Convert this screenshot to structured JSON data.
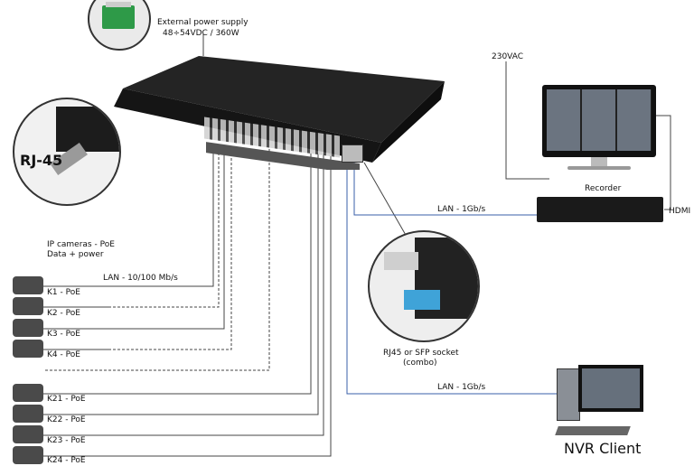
{
  "labels": {
    "power_supply_title": "External power supply",
    "power_supply_spec": "48÷54VDC / 360W",
    "mains": "230VAC",
    "recorder": "Recorder",
    "hdmi": "HDMI",
    "lan_recorder": "LAN - 1Gb/s",
    "lan_client": "LAN - 1Gb/s",
    "rj45": "RJ-45",
    "ipcam_line1": "IP cameras - PoE",
    "ipcam_line2": "Data + power",
    "lan_cameras": "LAN - 10/100 Mb/s",
    "combo_line1": "RJ45 or SFP socket",
    "combo_line2": "(combo)",
    "nvr_client": "NVR Client"
  },
  "cameras": [
    {
      "label": "K1 - PoE"
    },
    {
      "label": "K2 - PoE"
    },
    {
      "label": "K3 - PoE"
    },
    {
      "label": "K4 - PoE"
    },
    {
      "label": "K21 - PoE"
    },
    {
      "label": "K22 - PoE"
    },
    {
      "label": "K23 - PoE"
    },
    {
      "label": "K24 - PoE"
    }
  ],
  "colors": {
    "switch_body": "#1e1e1e",
    "wire": "#444444",
    "lan_wire": "#3a5fa8",
    "screen": "#5a6470"
  }
}
